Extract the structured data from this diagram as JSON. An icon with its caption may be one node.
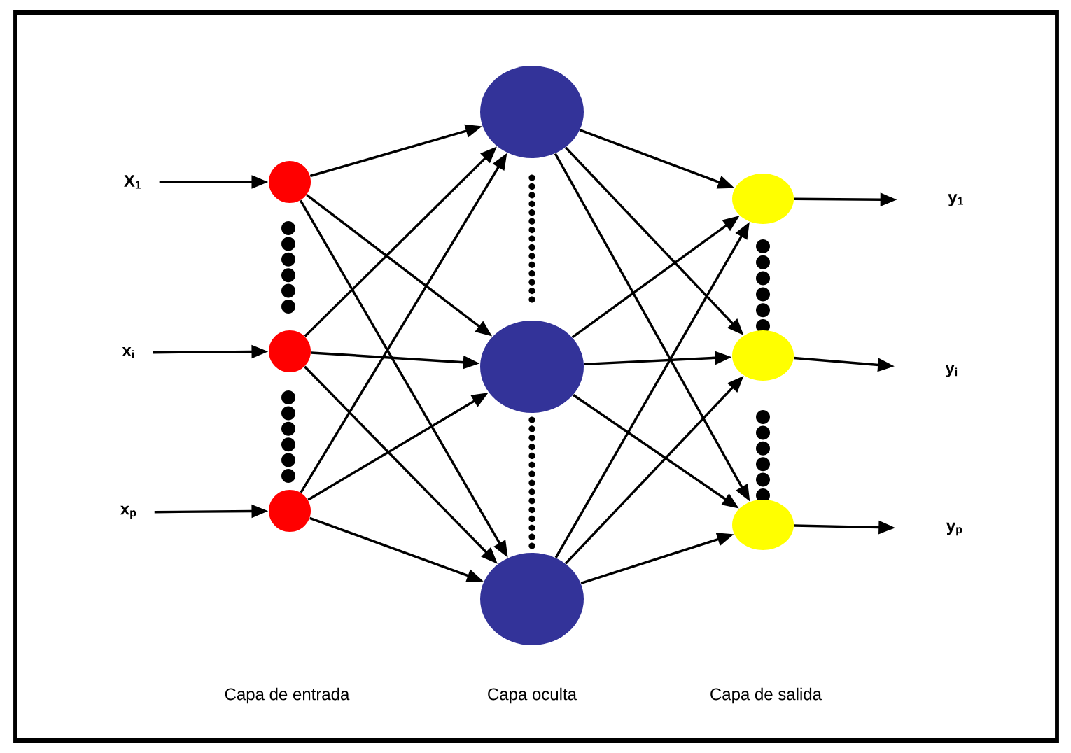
{
  "diagram": {
    "nodes": [
      {
        "text": [
          "X$_{1}$"
        ]
      },
      {
        "text": [
          "x$_{i}$"
        ]
      },
      {
        "text": [
          "x$_{p}$"
        ]
      },
      {
        "text": [],
        "shape": "circle"
      },
      {
        "text": [],
        "shape": "circle"
      },
      {
        "text": [],
        "shape": "circle"
      },
      {
        "text": [],
        "shape": "ellipse"
      },
      {
        "text": [],
        "shape": "ellipse"
      },
      {
        "text": [],
        "shape": "ellipse"
      },
      {
        "text": [],
        "shape": "ellipse"
      },
      {
        "text": [],
        "shape": "ellipse"
      },
      {
        "text": [],
        "shape": "ellipse"
      },
      {
        "text": [
          "y$_{1}$"
        ]
      },
      {
        "text": [
          "y$_{i}$"
        ]
      },
      {
        "text": [
          "y$_{p}$"
        ]
      }
    ],
    "edges": [
      {
        "from": 0,
        "to": 3,
        "arrow": "to"
      },
      {
        "from": 1,
        "to": 4,
        "arrow": "to"
      },
      {
        "from": 2,
        "to": 5,
        "arrow": "to"
      },
      {
        "from": 3,
        "to": 6,
        "arrow": "to"
      },
      {
        "from": 3,
        "to": 7,
        "arrow": "to"
      },
      {
        "from": 3,
        "to": 8,
        "arrow": "to"
      },
      {
        "from": 4,
        "to": 6,
        "arrow": "to"
      },
      {
        "from": 4,
        "to": 7,
        "arrow": "to"
      },
      {
        "from": 4,
        "to": 8,
        "arrow": "to"
      },
      {
        "from": 5,
        "to": 6,
        "arrow": "to"
      },
      {
        "from": 5,
        "to": 7,
        "arrow": "to"
      },
      {
        "from": 5,
        "to": 8,
        "arrow": "to"
      },
      {
        "from": 6,
        "to": 9,
        "arrow": "to"
      },
      {
        "from": 6,
        "to": 10,
        "arrow": "to"
      },
      {
        "from": 6,
        "to": 11,
        "arrow": "to"
      },
      {
        "from": 7,
        "to": 9,
        "arrow": "to"
      },
      {
        "from": 7,
        "to": 10,
        "arrow": "to"
      },
      {
        "from": 7,
        "to": 11,
        "arrow": "to"
      },
      {
        "from": 8,
        "to": 9,
        "arrow": "to"
      },
      {
        "from": 8,
        "to": 10,
        "arrow": "to"
      },
      {
        "from": 8,
        "to": 11,
        "arrow": "to"
      },
      {
        "from": 9,
        "to": 12,
        "arrow": "to"
      },
      {
        "from": 10,
        "to": 13,
        "arrow": "to"
      },
      {
        "from": 11,
        "to": 14,
        "arrow": "to"
      }
    ],
    "labels": [
      "Capa de entrada",
      "Capa oculta",
      "Capa de salida"
    ]
  }
}
